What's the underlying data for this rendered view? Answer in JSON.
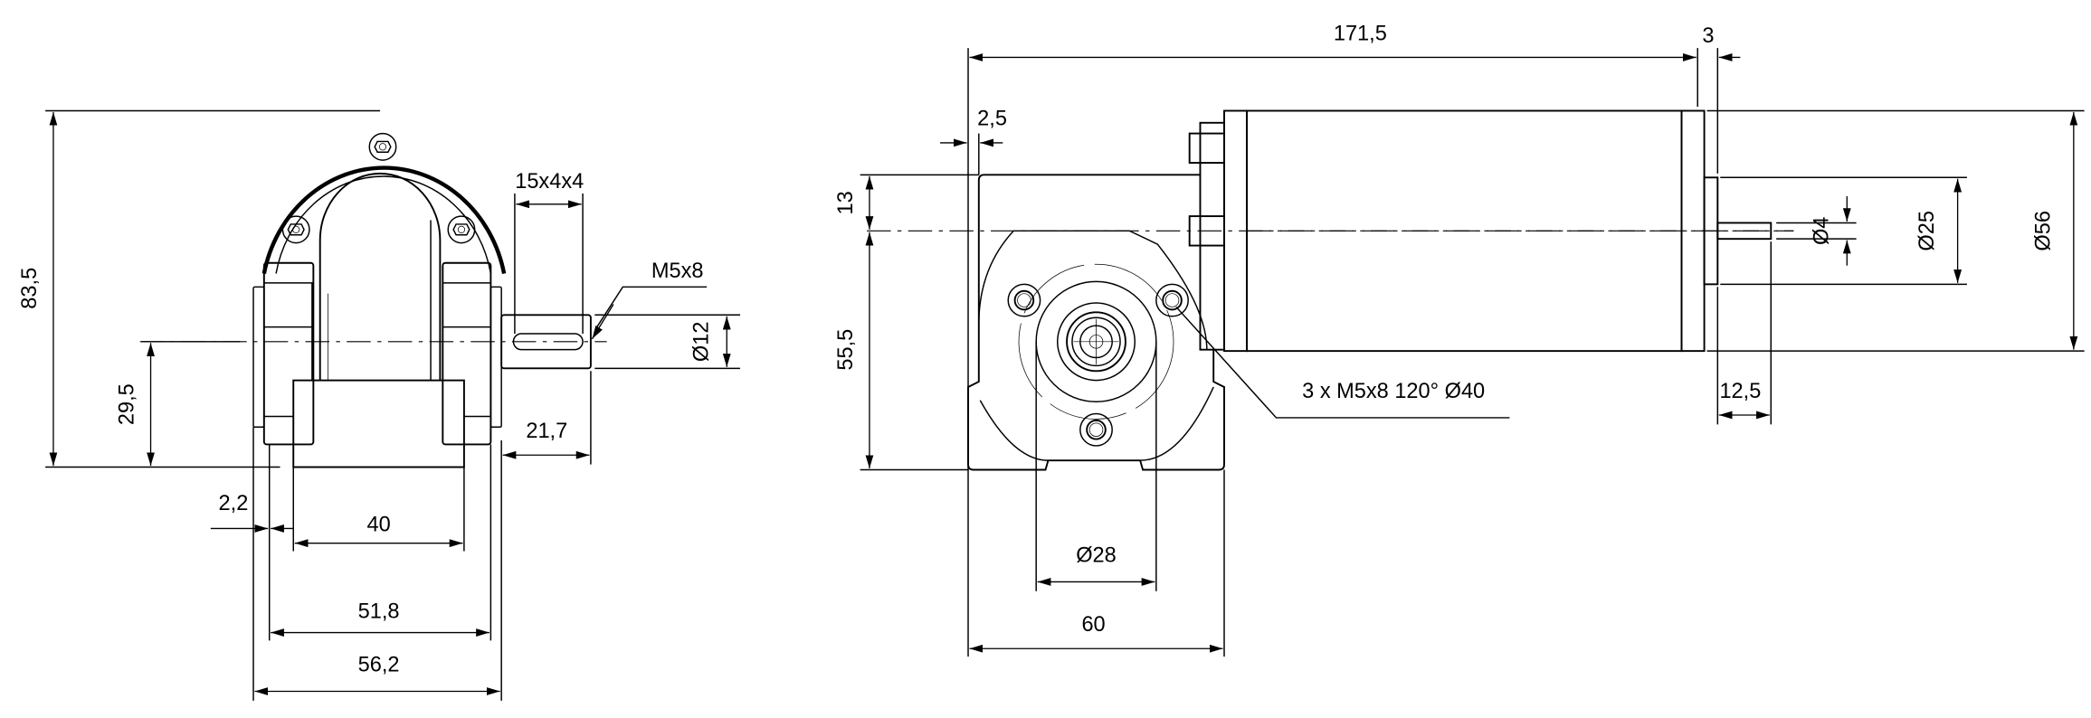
{
  "side_view": {
    "height_total": "83,5",
    "shaft_height": "29,5",
    "key": "15x4x4",
    "thread": "M5x8",
    "shaft_diameter": "Ø12",
    "shaft_length": "21,7",
    "offset": "2,2",
    "foot_width": "40",
    "body_width": "51,8",
    "overall_width": "56,2"
  },
  "front_view": {
    "overall_length": "171,5",
    "end_gap": "3",
    "flange_offset": "2,5",
    "axis_offset": "13",
    "axis_height": "55,5",
    "motor_shaft_diameter": "Ø4",
    "boss_diameter": "Ø25",
    "motor_diameter": "Ø56",
    "motor_shaft_length": "12,5",
    "mounting_holes": "3 x M5x8 120° Ø40",
    "pilot_diameter": "Ø28",
    "housing_width": "60"
  }
}
